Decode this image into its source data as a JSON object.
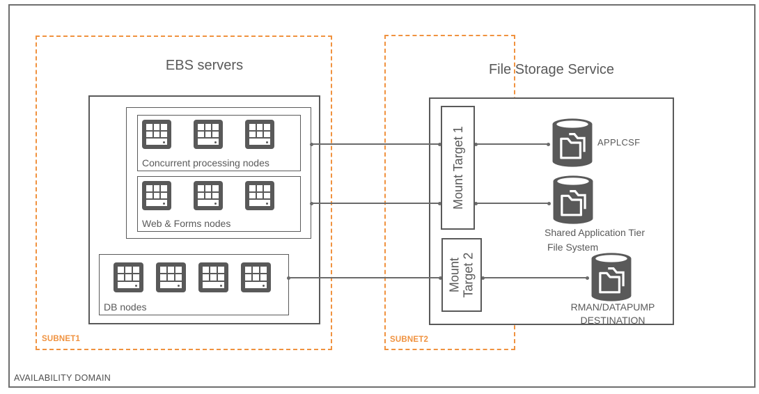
{
  "colors": {
    "accent_orange": "#F0923F",
    "gray_dark": "#595959",
    "line_gray": "#6a6a6a"
  },
  "availability_domain": {
    "label": "AVAILABILITY DOMAIN"
  },
  "subnet1": {
    "label": "SUBNET1",
    "title": "EBS servers"
  },
  "subnet2": {
    "label": "SUBNET2",
    "title": "File Storage Service"
  },
  "ebs": {
    "groups": [
      {
        "label": "Concurrent processing nodes",
        "node_count": 3
      },
      {
        "label": "Web & Forms nodes",
        "node_count": 3
      },
      {
        "label": "DB nodes",
        "node_count": 4
      }
    ]
  },
  "fss": {
    "mount_targets": [
      {
        "label": "Mount Target 1"
      },
      {
        "line1": "Mount",
        "line2": "Target 2"
      }
    ],
    "storage": [
      {
        "label": "APPLCSF"
      },
      {
        "line1": "Shared Application Tier",
        "line2": "File System"
      },
      {
        "line1": "RMAN/DATAPUMP",
        "line2": "DESTINATION"
      }
    ]
  }
}
